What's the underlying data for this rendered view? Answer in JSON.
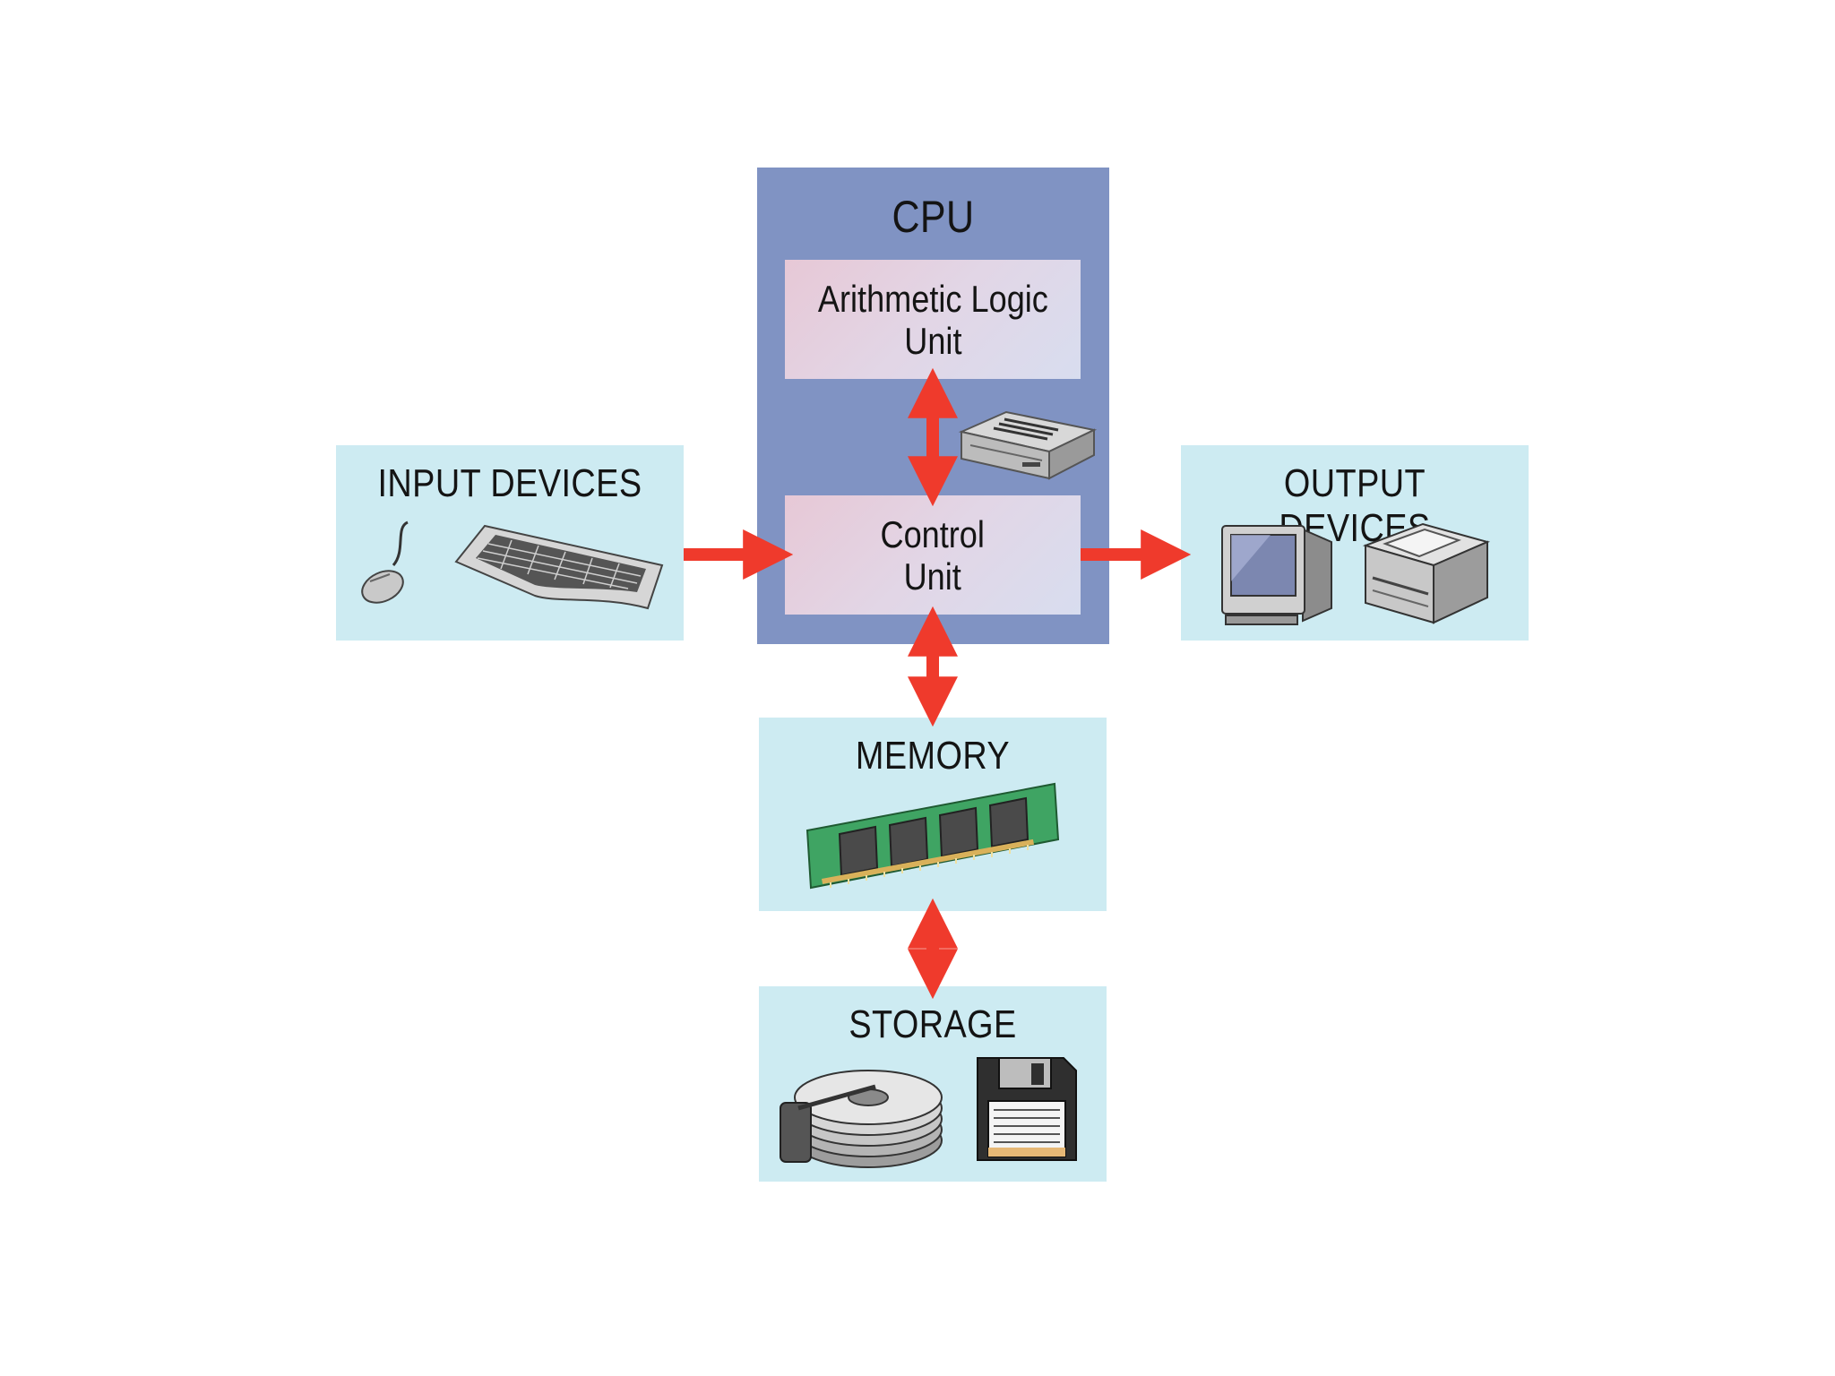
{
  "diagram": {
    "cpu": {
      "title": "CPU",
      "alu_label": "Arithmetic Logic\nUnit",
      "control_unit_label": "Control\nUnit"
    },
    "input_devices": {
      "title": "INPUT DEVICES"
    },
    "output_devices": {
      "title": "OUTPUT DEVICES"
    },
    "memory": {
      "title": "MEMORY"
    },
    "storage": {
      "title": "STORAGE"
    }
  },
  "colors": {
    "cpu_box": "#8093c3",
    "device_box": "#cdebf2",
    "arrow": "#ef3a2c"
  },
  "icons": [
    "mouse-icon",
    "keyboard-icon",
    "processor-device-icon",
    "monitor-icon",
    "printer-icon",
    "ram-module-icon",
    "hard-disk-icon",
    "floppy-disk-icon"
  ]
}
